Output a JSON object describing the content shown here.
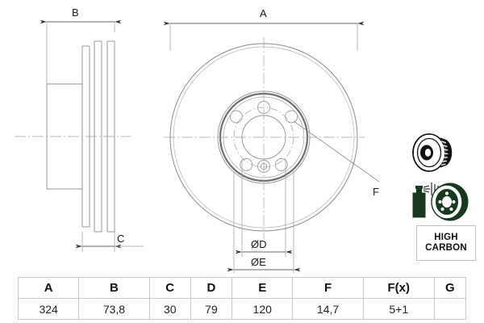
{
  "drawing": {
    "title": "brake-disc-technical-drawing",
    "dimension_labels": {
      "A": "A",
      "B": "B",
      "C": "C",
      "F": "F",
      "bore": "ØD",
      "bolt_circle": "ØE"
    }
  },
  "badges": {
    "vented_disc": "vented-disc-icon",
    "coated_disc": "coated-disc-icon",
    "high_carbon": {
      "line1": "HIGH",
      "line2": "CARBON"
    }
  },
  "table": {
    "headers": [
      "A",
      "B",
      "C",
      "D",
      "E",
      "F",
      "F(x)",
      "G"
    ],
    "values": [
      "324",
      "73,8",
      "30",
      "79",
      "120",
      "14,7",
      "5+1",
      ""
    ]
  },
  "colors": {
    "line": "#8c8c8c",
    "dark_line": "#555555",
    "text": "#1a1a1a",
    "can_green": "#16391f",
    "badge_black": "#111111",
    "table_border": "#c8c8c8"
  }
}
